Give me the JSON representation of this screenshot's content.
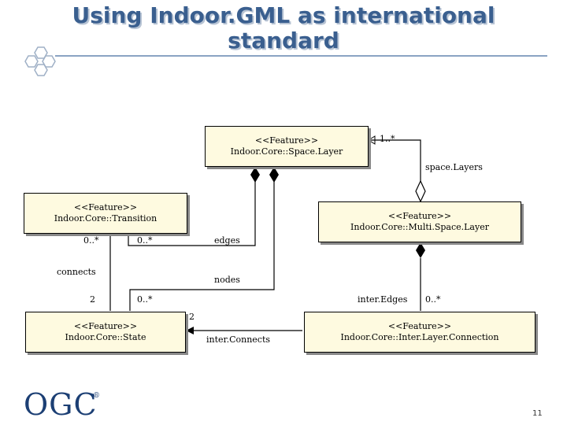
{
  "slide": {
    "title_line1": "Using Indoor.GML as international",
    "title_line2": "standard",
    "logo_text": "OGC",
    "logo_mark": "®",
    "page_number": "11"
  },
  "diagram": {
    "boxes": {
      "space_layer": {
        "stereotype": "<<Feature>>",
        "name": "Indoor.Core::Space.Layer"
      },
      "transition": {
        "stereotype": "<<Feature>>",
        "name": "Indoor.Core::Transition"
      },
      "multi_space_layer": {
        "stereotype": "<<Feature>>",
        "name": "Indoor.Core::Multi.Space.Layer"
      },
      "state": {
        "stereotype": "<<Feature>>",
        "name": "Indoor.Core::State"
      },
      "inter_layer_connection": {
        "stereotype": "<<Feature>>",
        "name": "Indoor.Core::Inter.Layer.Connection"
      }
    },
    "labels": {
      "mult_space_layers": "1..*",
      "role_space_layers": "space.Layers",
      "mult_transition_left": "0..*",
      "mult_transition_right": "0..*",
      "role_edges": "edges",
      "role_connects": "connects",
      "role_nodes": "nodes",
      "mult_state_left": "2",
      "mult_state_right": "0..*",
      "role_inter_edges": "inter.Edges",
      "mult_inter_edges": "0..*",
      "mult_inter_connects": "2",
      "role_inter_connects": "inter.Connects"
    }
  }
}
